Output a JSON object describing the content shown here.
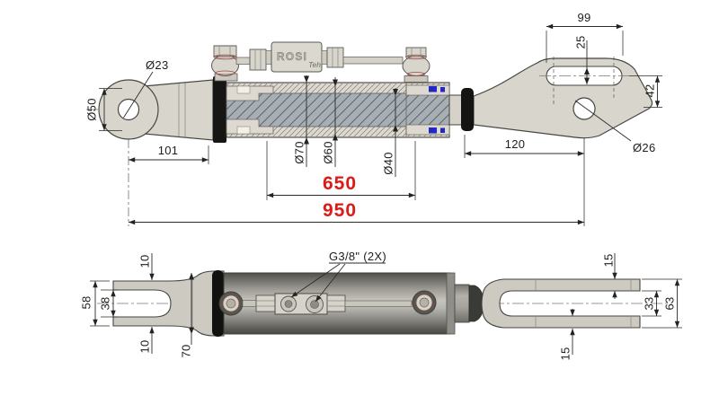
{
  "brand": {
    "name": "ROSI",
    "sub": "Teh"
  },
  "colors": {
    "dim_red": "#dc1a16",
    "line": "#2b2b29",
    "part_light": "#d8d5cc",
    "rod_section_blue_gray": "#a7aeb4",
    "seal_blue": "#2228c4",
    "metal_dark": "#514f4b",
    "black_parts": "#141412"
  },
  "side_view": {
    "dims": {
      "pin_hole": "Ø23",
      "eye_od": "Ø50",
      "eye_offset": "101",
      "barrel_od": "Ø70",
      "bore": "Ø60",
      "rod": "Ø40",
      "length_650": "650",
      "length_950": "950",
      "rod_end": "120",
      "slot_length": "99",
      "slot_height": "25",
      "hole_offset": "42",
      "end_hole": "Ø26"
    }
  },
  "plan_view": {
    "dims": {
      "plate_top_left": "10",
      "fork_outer_left": "58",
      "fork_gap_left": "38",
      "plate_bottom_left": "10",
      "body_od": "70",
      "ports": "G3/8\" (2X)",
      "plate_top_right": "15",
      "fork_gap_right": "33",
      "fork_outer_right": "63",
      "plate_bottom_right": "15"
    }
  }
}
